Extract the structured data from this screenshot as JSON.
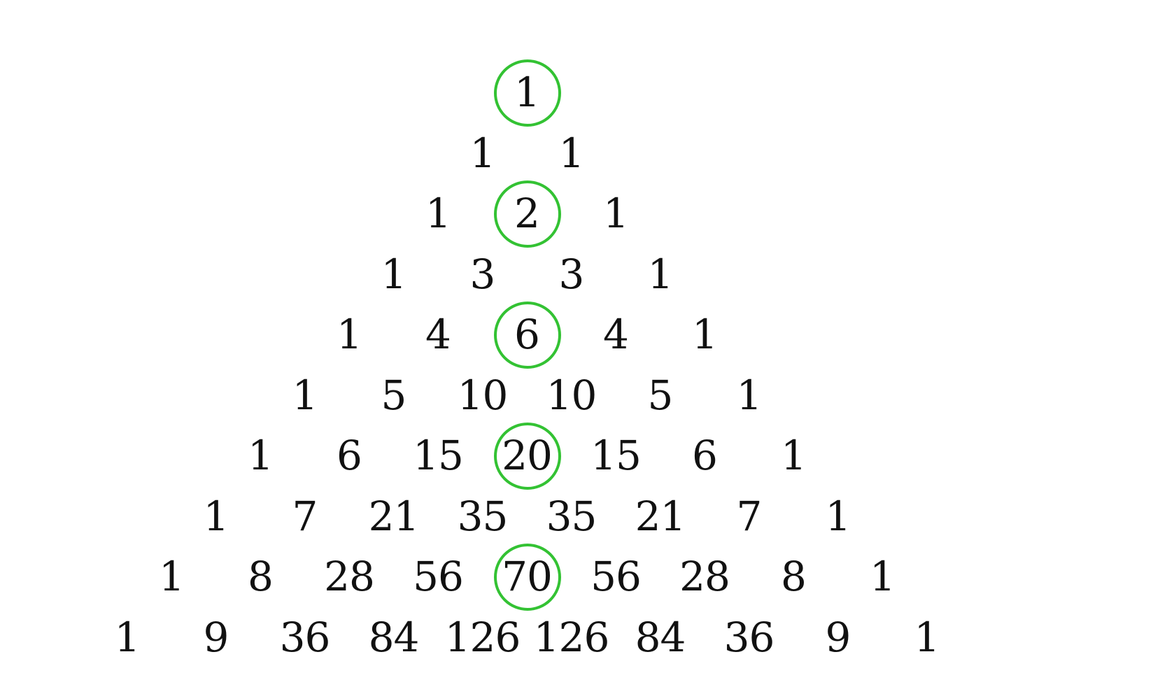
{
  "rows": [
    [
      1
    ],
    [
      1,
      1
    ],
    [
      1,
      2,
      1
    ],
    [
      1,
      3,
      3,
      1
    ],
    [
      1,
      4,
      6,
      4,
      1
    ],
    [
      1,
      5,
      10,
      10,
      5,
      1
    ],
    [
      1,
      6,
      15,
      20,
      15,
      6,
      1
    ],
    [
      1,
      7,
      21,
      35,
      35,
      21,
      7,
      1
    ],
    [
      1,
      8,
      28,
      56,
      70,
      56,
      28,
      8,
      1
    ],
    [
      1,
      9,
      36,
      84,
      126,
      126,
      84,
      36,
      9,
      1
    ]
  ],
  "highlighted": [
    {
      "row": 0,
      "col": 0
    },
    {
      "row": 2,
      "col": 1
    },
    {
      "row": 4,
      "col": 2
    },
    {
      "row": 6,
      "col": 3
    },
    {
      "row": 8,
      "col": 4
    }
  ],
  "colors": {
    "highlight_ring": "#33c233",
    "text": "#111111"
  }
}
